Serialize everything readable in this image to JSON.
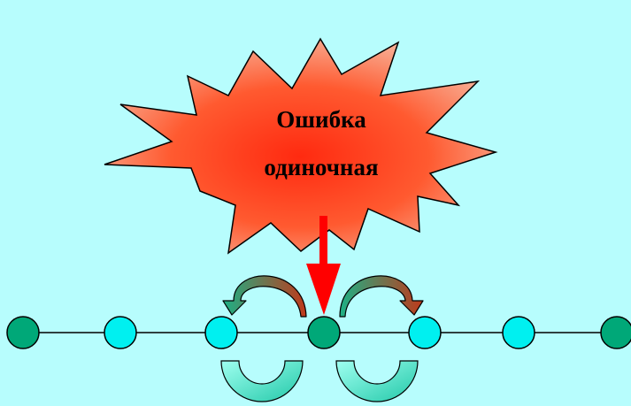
{
  "burst": {
    "line1": "Ошибка",
    "line2": "одиночная"
  },
  "colors": {
    "background": "#b7fdfd",
    "burst_fill_center": "#ff3a1a",
    "burst_fill_edge": "#f5a890",
    "error_arrow": "#ff0000",
    "node_dark": "#00a878",
    "node_light": "#00f0f0",
    "curved_arrow_green": "#22b48a",
    "curved_arrow_red": "#c03a1a",
    "cup_fill": "#40e0c0"
  },
  "chain": {
    "node_types": [
      "dark",
      "light",
      "light",
      "dark",
      "light",
      "light",
      "dark"
    ],
    "error_node_index": 3
  }
}
